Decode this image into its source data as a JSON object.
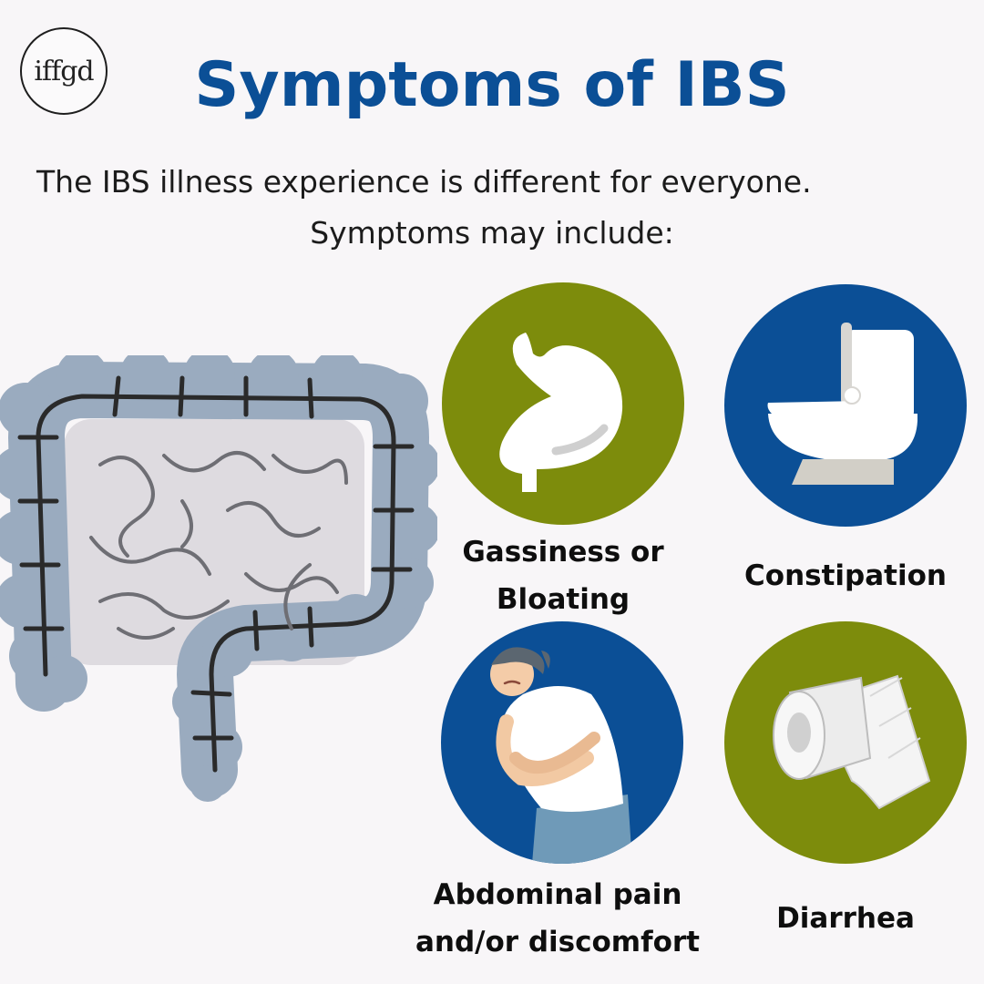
{
  "logo": {
    "text": "iffgd"
  },
  "header": {
    "title": "Symptoms of IBS",
    "subtitle_line1": "The IBS illness experience is different for everyone.",
    "subtitle_line2": "Symptoms may include:"
  },
  "symptoms": [
    {
      "label_line1": "Gassiness or",
      "label_line2": "Bloating",
      "icon": "stomach-icon",
      "color": "#7d8c0c"
    },
    {
      "label_line1": "Constipation",
      "label_line2": "",
      "icon": "toilet-icon",
      "color": "#0b4f96"
    },
    {
      "label_line1": "Abdominal pain",
      "label_line2": "and/or discomfort",
      "icon": "abdominal-pain-person-icon",
      "color": "#0b4f96"
    },
    {
      "label_line1": "Diarrhea",
      "label_line2": "",
      "icon": "toilet-paper-icon",
      "color": "#7d8c0c"
    }
  ],
  "colors": {
    "title": "#0b4f96",
    "green": "#7d8c0c",
    "blue": "#0b4f96",
    "intestine": "#9aabbf"
  }
}
